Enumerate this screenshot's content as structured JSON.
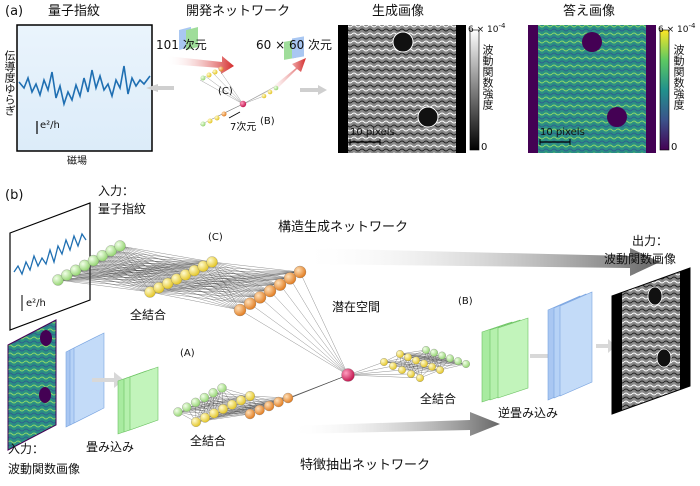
{
  "panel_a": {
    "label": "(a)",
    "fingerprint_title": "量子指紋",
    "ylabel": "伝導度ゆらぎ",
    "scale_label": "e²/h",
    "xlabel": "磁場",
    "network_title": "開発ネットワーク",
    "dim_101": "101 次元",
    "dim_60x60": "60 × 60 次元",
    "dim_7": "7次元",
    "net_c": "(C)",
    "net_b": "(B)",
    "generated_title": "生成画像",
    "answer_title": "答え画像",
    "pixels_label_1": "10 pixels",
    "pixels_label_2": "10 pixels",
    "colorbar_max_1": "6 × 10",
    "colorbar_exp_1": "-4",
    "colorbar_min_1": "0",
    "colorbar_label_1": "波動関数強度",
    "colorbar_max_2": "6 × 10",
    "colorbar_exp_2": "-4",
    "colorbar_min_2": "0",
    "colorbar_label_2": "波動関数強度"
  },
  "panel_b": {
    "label": "(b)",
    "input_label_1": "入力：",
    "input_label_2": "量子指紋",
    "scale_label": "e²/h",
    "net_c": "(C)",
    "fc_1": "全結合",
    "structure_net": "構造生成ネットワーク",
    "latent": "潜在空間",
    "net_b": "(B)",
    "fc_2": "全結合",
    "deconv": "逆畳み込み",
    "output_label_1": "出力：",
    "output_label_2": "波動関数画像",
    "net_a": "(A)",
    "conv": "畳み込み",
    "fc_3": "全結合",
    "input2_label_1": "入力：",
    "input2_label_2": "波動関数画像",
    "feature_net": "特徴抽出ネットワーク"
  },
  "colors": {
    "signal": "#1f6fb2",
    "green_node": "#b6e89a",
    "yellow_node": "#f3df5a",
    "orange_node": "#f0902a",
    "latent_node": "#d81e5b",
    "arrow_red": "#d42a2a",
    "blue_layer": "#a9c7f2",
    "green_layer": "#a8eba0",
    "viridis_high": "#fde725",
    "viridis_mid": "#21918c",
    "viridis_low": "#440154"
  }
}
